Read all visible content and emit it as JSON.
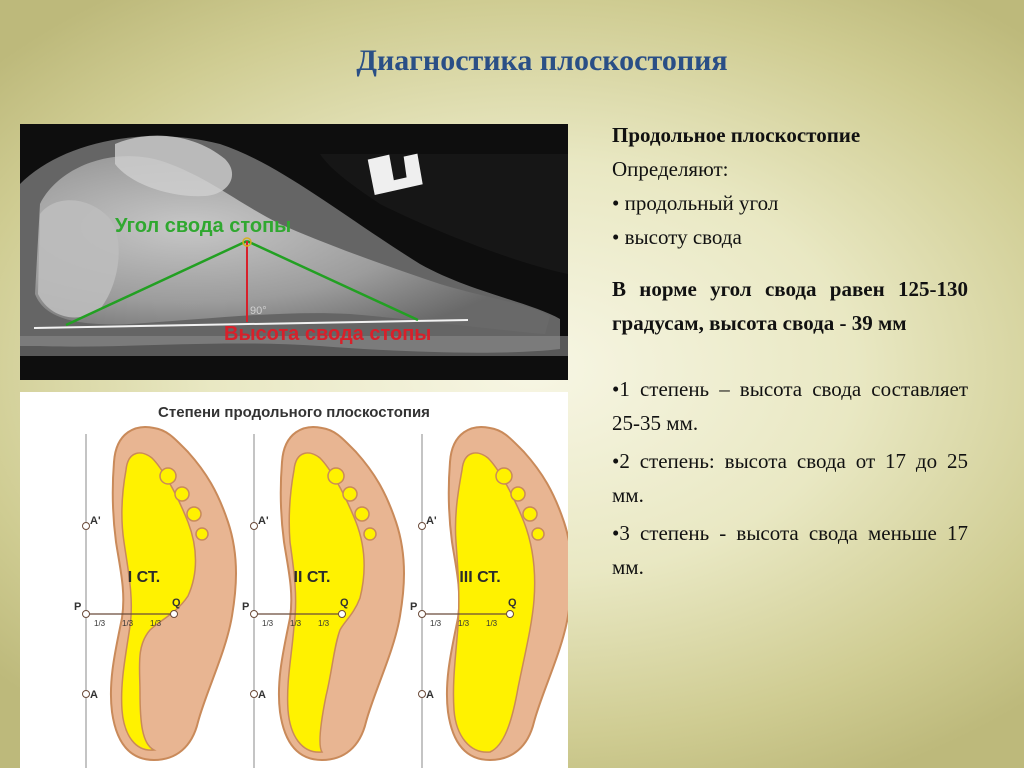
{
  "slide": {
    "title": "Диагностика плоскостопия"
  },
  "xray": {
    "arch_angle_label": "Угол свода стопы",
    "arch_height_label": "Высота свода стопы",
    "angle_mark": "90°",
    "colors": {
      "angle_lines": "#22a022",
      "height_line": "#d8202a",
      "label_green": "#30a830",
      "label_red": "#d8202a"
    }
  },
  "stages_figure": {
    "title": "Степени продольного плоскостопия",
    "feet": [
      {
        "stage_label": "I СТ."
      },
      {
        "stage_label": "II СТ."
      },
      {
        "stage_label": "III СТ."
      }
    ],
    "point_labels": {
      "a_prime": "A'",
      "p": "P",
      "q": "Q",
      "a": "A"
    },
    "third_mark": "1/3",
    "colors": {
      "foot_outline": "#e8b592",
      "arch_fill": "#fff200",
      "stroke": "#c98a5a"
    }
  },
  "text": {
    "heading": "Продольное плоскостопие",
    "lead": "Определяют:",
    "measures": [
      "• продольный угол",
      "• высоту свода"
    ],
    "norm": "В норме угол свода равен 125-130 градусам, высота свода - 39 мм",
    "degrees": [
      "•1 степень – высота свода составляет 25-35 мм.",
      "•2 степень: высота свода от 17 до 25 мм.",
      "•3 степень - высота свода меньше 17 мм."
    ]
  }
}
